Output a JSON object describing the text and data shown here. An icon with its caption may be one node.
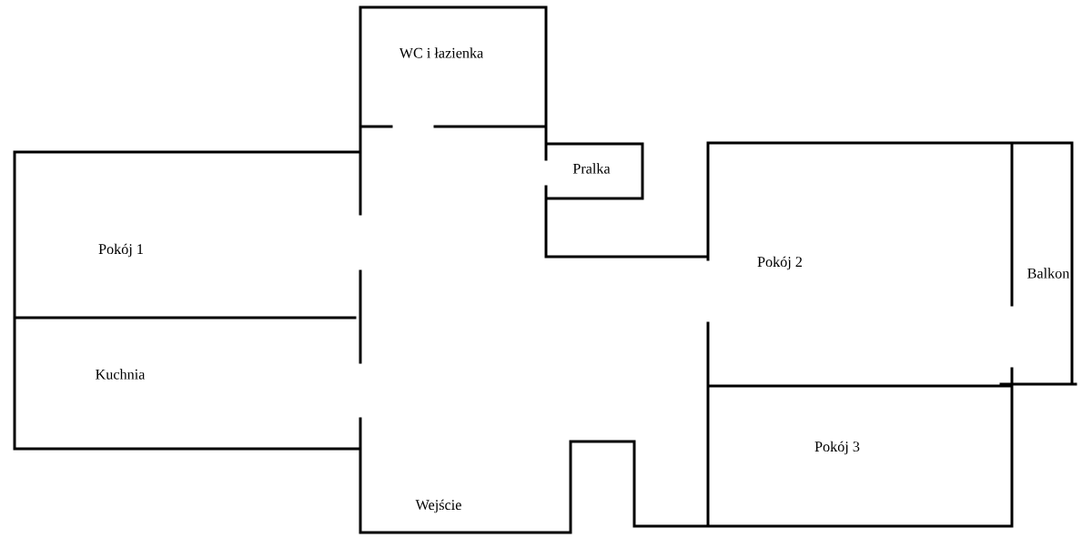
{
  "diagram": {
    "labels": [
      "WC i łazienka",
      "Pralka",
      "Pokój 1",
      "Pokój 2",
      "Balkon",
      "Kuchnia",
      "Pokój 3",
      "Wejście"
    ]
  }
}
